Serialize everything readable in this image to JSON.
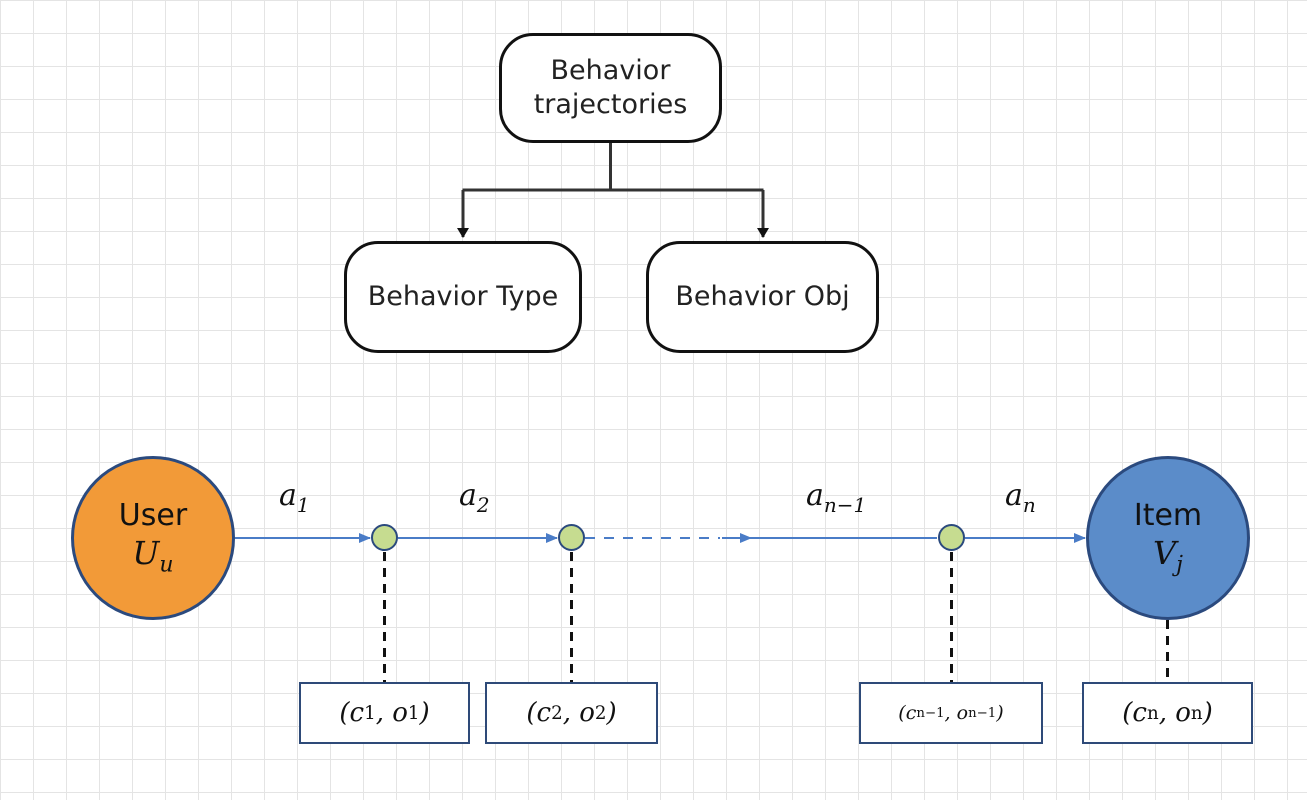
{
  "tree": {
    "root": [
      "Behavior",
      "trajectories"
    ],
    "left_child": "Behavior Type",
    "right_child": "Behavior Obj"
  },
  "user": {
    "name": "User",
    "symbol": "U",
    "subscript": "u",
    "color": "#f29a38"
  },
  "item": {
    "name": "Item",
    "symbol": "V",
    "subscript": "j",
    "color": "#5b8cc9"
  },
  "actions": [
    {
      "symbol": "a",
      "sub": "1"
    },
    {
      "symbol": "a",
      "sub": "2"
    },
    {
      "symbol": "a",
      "sub": "n−1"
    },
    {
      "symbol": "a",
      "sub": "n"
    }
  ],
  "contexts": [
    {
      "c": "c",
      "c_sub": "1",
      "o": "o",
      "o_sub": "1"
    },
    {
      "c": "c",
      "c_sub": "2",
      "o": "o",
      "o_sub": "2"
    },
    {
      "c": "c",
      "c_sub": "n−1",
      "o": "o",
      "o_sub": "n−1"
    },
    {
      "c": "c",
      "c_sub": "n",
      "o": "o",
      "o_sub": "n"
    }
  ],
  "colors": {
    "edge": "#4a7cc7",
    "node_border": "#2b4a7e",
    "dot_fill": "#c6dc90"
  }
}
